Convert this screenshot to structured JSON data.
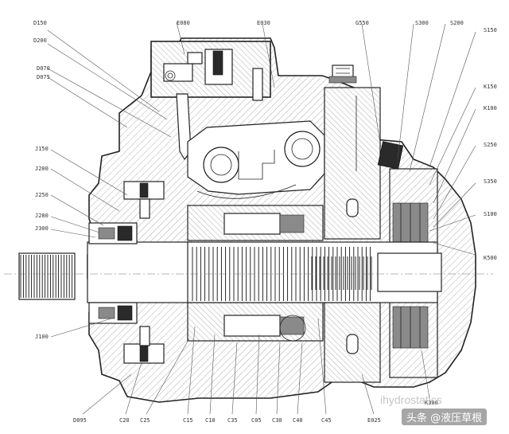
{
  "watermark": {
    "faint": "ihydrostatics",
    "brand": "头条 @液压草根"
  },
  "labels": {
    "D150": "D150",
    "D200": "D200",
    "D070": "D070",
    "D075": "D075",
    "E080": "E080",
    "E030": "E030",
    "G550": "G550",
    "S300": "S300",
    "S200": "S200",
    "S150": "S150",
    "K150": "K150",
    "K100": "K100",
    "S250": "S250",
    "S350": "S350",
    "S100": "S100",
    "K500": "K500",
    "J150": "J150",
    "J200a": "J200",
    "J250": "J250",
    "J280": "J280",
    "J300": "J300",
    "J100": "J100",
    "D095": "D095",
    "C20": "C20",
    "C25": "C25",
    "C15": "C15",
    "C10": "C10",
    "C35": "C35",
    "C05": "C05",
    "C30": "C30",
    "C40": "C40",
    "C45": "C45",
    "K300": "K300",
    "E025": "E025"
  }
}
